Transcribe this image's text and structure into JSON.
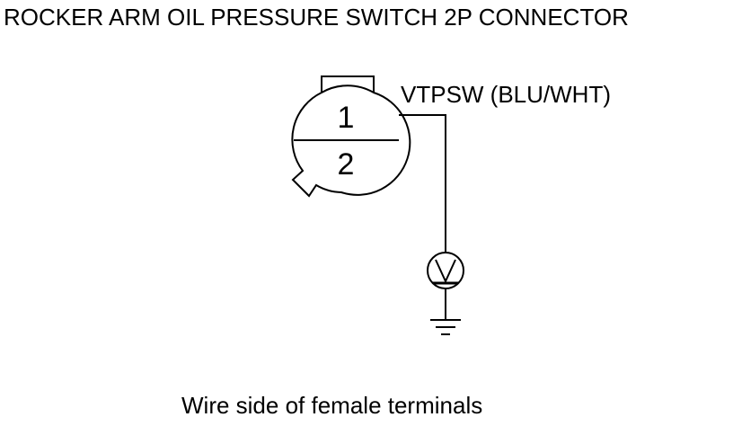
{
  "title": "ROCKER ARM OIL PRESSURE SWITCH 2P CONNECTOR",
  "wire_label": "VTPSW (BLU/WHT)",
  "caption": "Wire side of female terminals",
  "connector": {
    "pins": [
      {
        "number": "1"
      },
      {
        "number": "2"
      }
    ]
  },
  "meter_symbol": "V",
  "icons": [
    "voltmeter-icon",
    "ground-icon"
  ]
}
